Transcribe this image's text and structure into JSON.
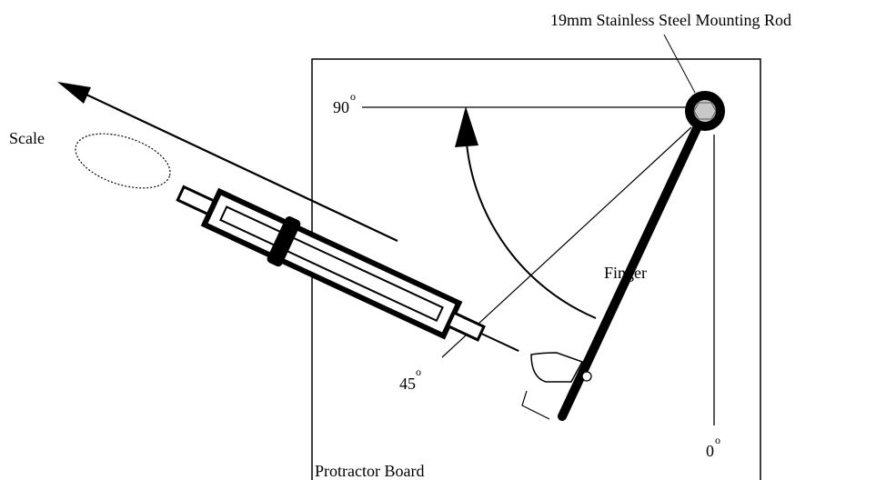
{
  "labels": {
    "rod": "19mm Stainless Steel Mounting Rod",
    "scale": "Scale",
    "finger": "Finger",
    "board": "Protractor Board",
    "angle_90": "90",
    "angle_45": "45",
    "angle_0": "0",
    "degree": "o"
  },
  "colors": {
    "line": "#000000",
    "rod_fill": "#c8c8c8",
    "background": "#ffffff"
  }
}
